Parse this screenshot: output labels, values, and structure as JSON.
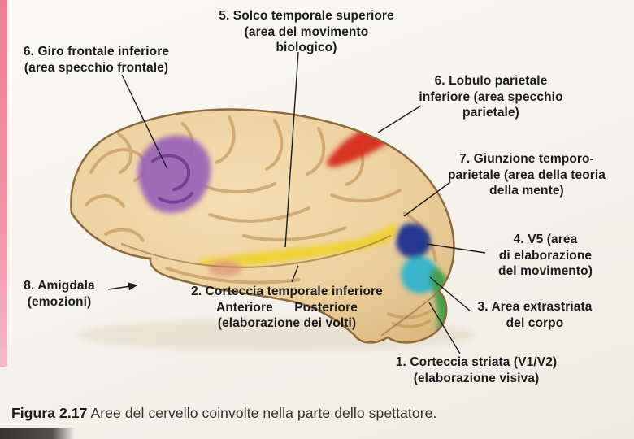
{
  "figure": {
    "caption_label": "Figura 2.17",
    "caption_text": "Aree del cervello coinvolte nella parte dello spettatore."
  },
  "labels": {
    "sts": {
      "lines": [
        "5. Solco temporale superiore",
        "(area del movimento",
        "biologico)"
      ]
    },
    "ifg": {
      "lines": [
        "6. Giro frontale inferiore",
        "(area specchio frontale)"
      ]
    },
    "ipl": {
      "lines": [
        "6. Lobulo parietale",
        "inferiore (area specchio",
        "parietale)"
      ]
    },
    "tpj": {
      "lines": [
        "7. Giunzione temporo-",
        "parietale (area della teoria",
        "della mente)"
      ]
    },
    "v5": {
      "lines": [
        "4. V5 (area",
        "di elaborazione",
        "del movimento)"
      ]
    },
    "eba": {
      "lines": [
        "3. Area extrastriata",
        "del corpo"
      ]
    },
    "v1": {
      "lines": [
        "1. Corteccia striata (V1/V2)",
        "(elaborazione visiva)"
      ]
    },
    "itc": {
      "lines": [
        "2. Corteccia temporale inferiore",
        "Anteriore      Posteriore",
        "(elaborazione dei volti)"
      ]
    },
    "amy": {
      "lines": [
        "8. Amigdala",
        "(emozioni)"
      ]
    }
  },
  "regions": {
    "ifg": "#9a63b8",
    "ipl": "#d62d1e",
    "itc": "#f0d22e",
    "v5": "#1d2f8e",
    "eba": "#2fb3cc",
    "v1v2": "#3d9e4a",
    "amy": "#e59a80"
  }
}
